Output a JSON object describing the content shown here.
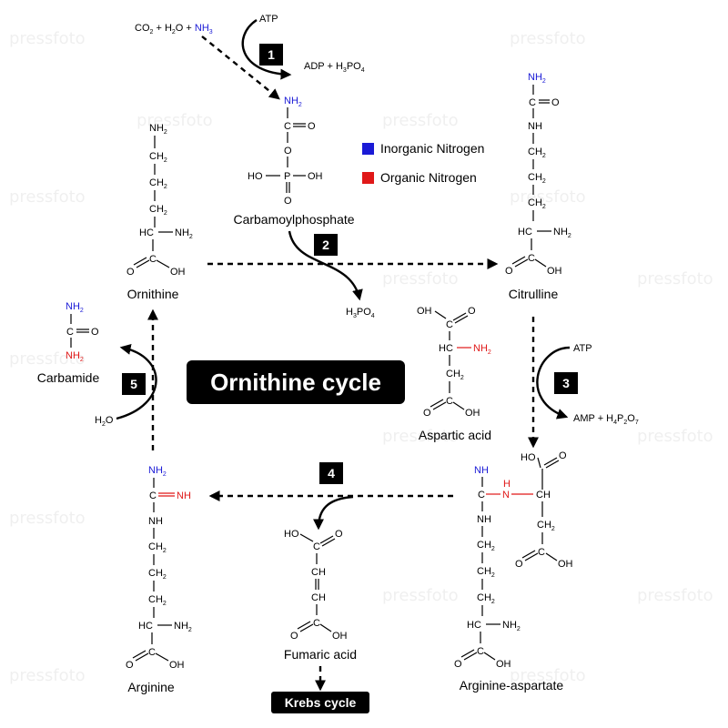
{
  "title": "Ornithine cycle",
  "krebs": "Krebs cycle",
  "watermark": "pressfoto",
  "legend": [
    {
      "label": "Inorganic Nitrogen",
      "color": "#1a1ad6"
    },
    {
      "label": "Organic Nitrogen",
      "color": "#e01818"
    }
  ],
  "steps": [
    "1",
    "2",
    "3",
    "4",
    "5"
  ],
  "compounds": {
    "ornithine": "Ornithine",
    "carbamoylphosphate": "Carbamoylphosphate",
    "citrulline": "Citrulline",
    "aspartic_acid": "Aspartic acid",
    "arginine_aspartate": "Arginine-aspartate",
    "fumaric_acid": "Fumaric acid",
    "arginine": "Arginine",
    "carbamide": "Carbamide"
  },
  "reagents": {
    "co2": "CO",
    "co2_sub": "2",
    "plus1": " + H",
    "h2o_sub": "2",
    "o_plus": "O + ",
    "nh3": "NH",
    "nh3_sub": "3",
    "atp": "ATP",
    "adp": "ADP + H",
    "adp_sub1": "3",
    "adp_po": "PO",
    "adp_sub2": "4",
    "h3po4_h": "H",
    "h3po4_sub1": "3",
    "h3po4_po": "PO",
    "h3po4_sub2": "4",
    "atp3": "ATP",
    "amp": "AMP + H",
    "amp_s1": "4",
    "amp_p": "P",
    "amp_s2": "2",
    "amp_o": "O",
    "amp_s3": "7",
    "h2o_h": "H",
    "h2o_o": "O"
  },
  "atoms": {
    "nh2": "NH",
    "sub2": "2",
    "ch2": "CH",
    "hc": "HC",
    "c": "C",
    "o": "O",
    "oh": "OH",
    "ho": "HO",
    "p": "P",
    "nh": "NH",
    "n": "N",
    "h": "H",
    "ch": "CH",
    "nh_b": "NH"
  }
}
